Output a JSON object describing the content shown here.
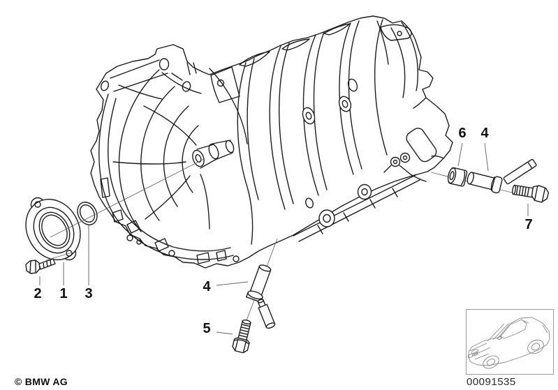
{
  "diagram": {
    "callouts": {
      "c1": {
        "label": "1"
      },
      "c2": {
        "label": "2"
      },
      "c3": {
        "label": "3"
      },
      "c4a": {
        "label": "4"
      },
      "c4b": {
        "label": "4"
      },
      "c5": {
        "label": "5"
      },
      "c6": {
        "label": "6"
      },
      "c7": {
        "label": "7"
      }
    },
    "colors": {
      "line": "#1c1c1c",
      "leader": "#6a6a6a",
      "thumbnail_line": "#8a8a8a",
      "thumbnail_border": "#9b9b9b"
    },
    "icons": {
      "vehicle_thumbnail": "car-outline-icon"
    }
  },
  "footer": {
    "copyright": "© BMW AG",
    "diagram_number": "00091535"
  }
}
